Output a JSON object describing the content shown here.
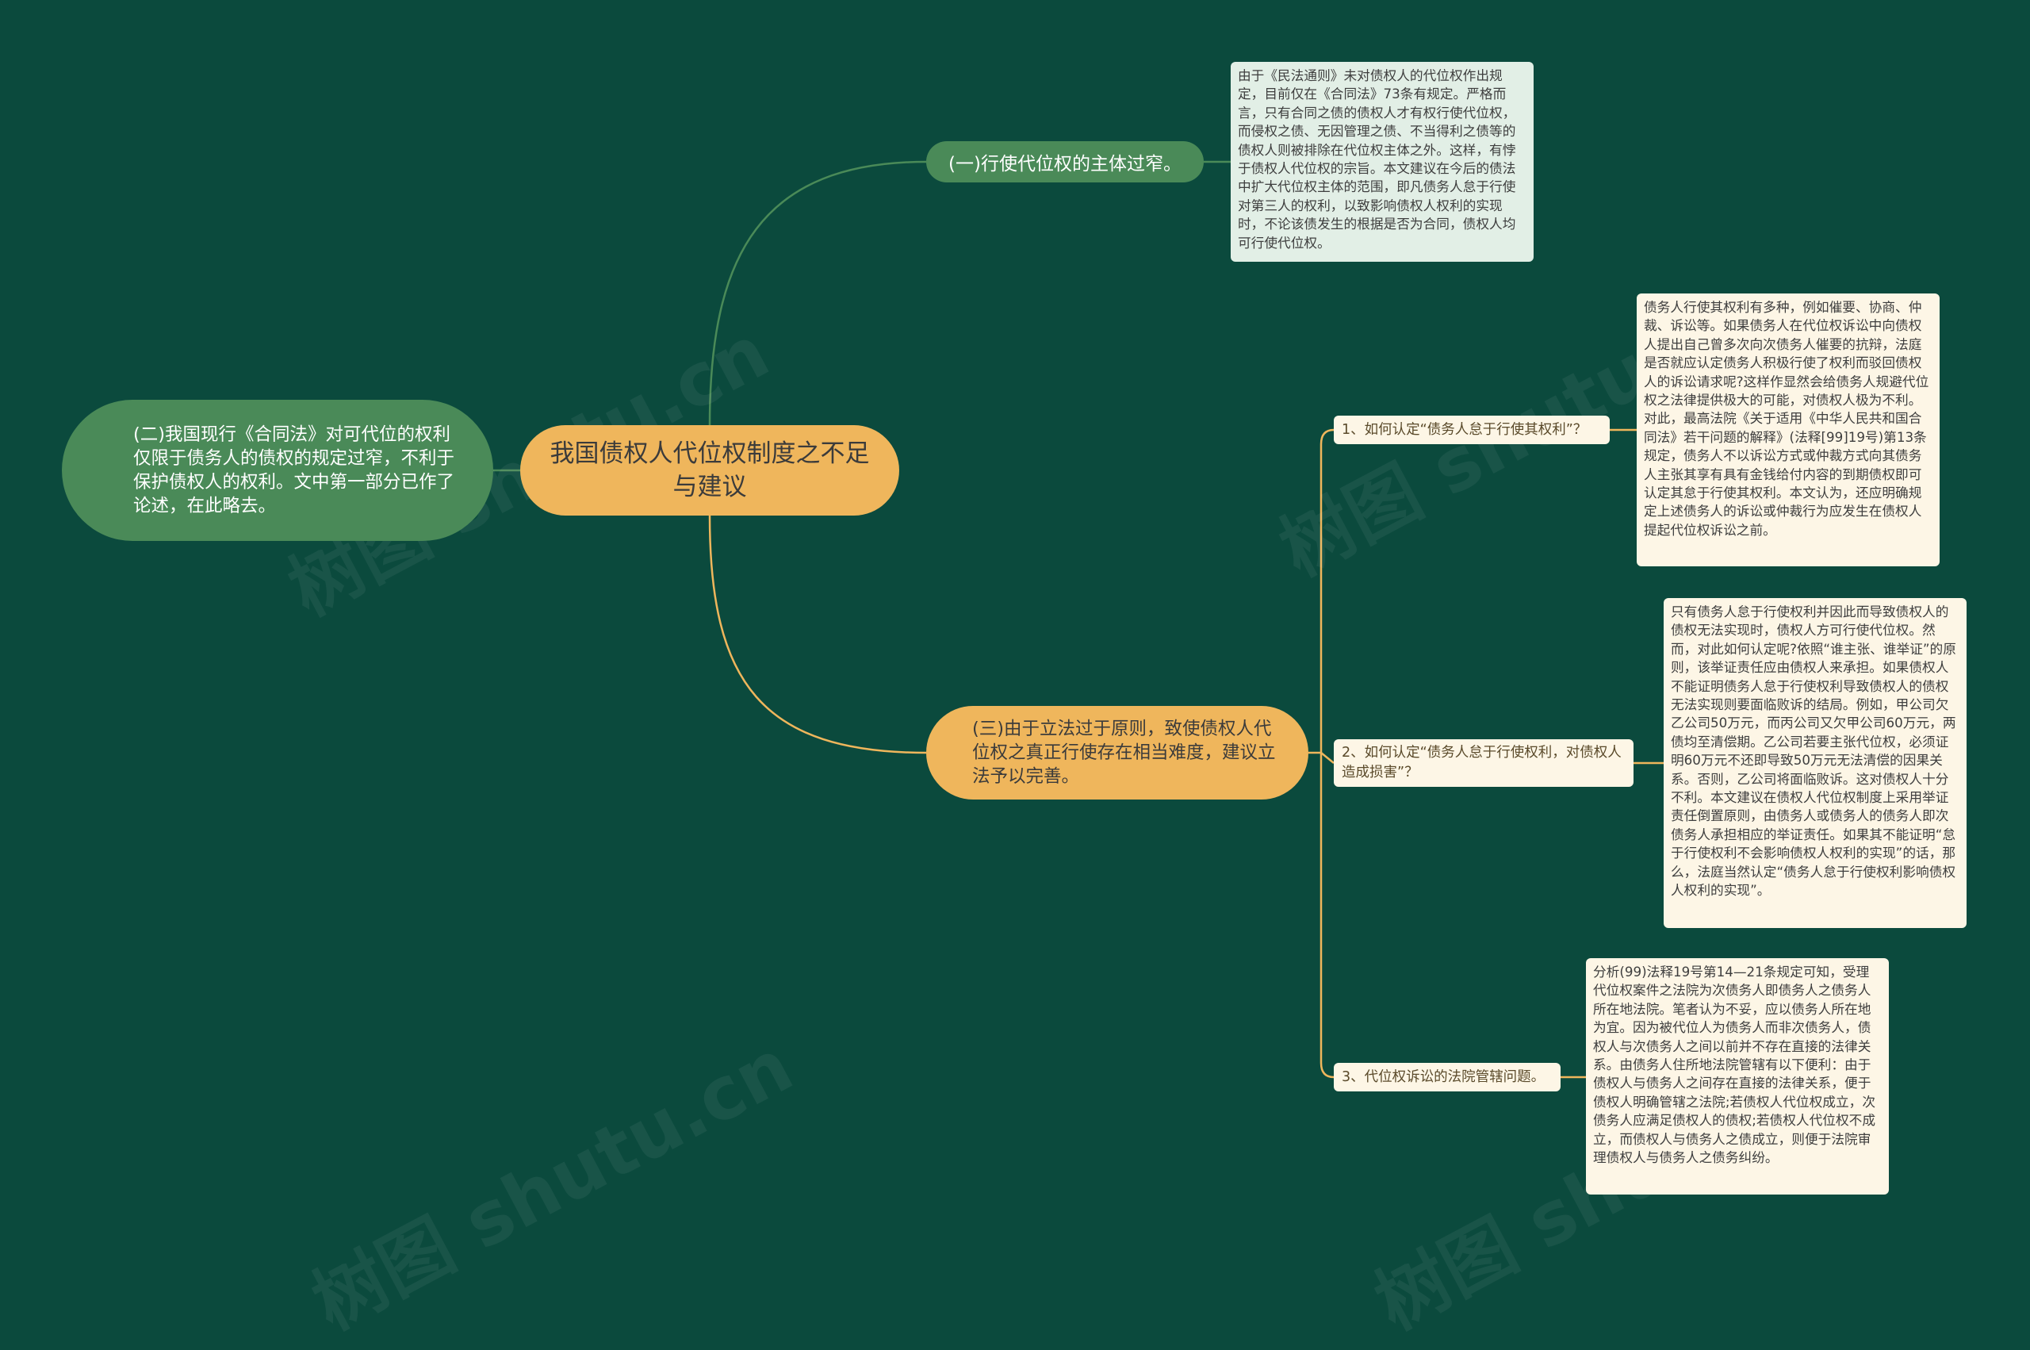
{
  "root": {
    "title": "我国债权人代位权制度之不足与建议"
  },
  "branch1": {
    "label": "(一)行使代位权的主体过窄。",
    "detail": "由于《民法通则》未对债权人的代位权作出规定，目前仅在《合同法》73条有规定。严格而言，只有合同之债的债权人才有权行使代位权，而侵权之债、无因管理之债、不当得利之债等的债权人则被排除在代位权主体之外。这样，有悖于债权人代位权的宗旨。本文建议在今后的债法中扩大代位权主体的范围，即凡债务人怠于行使对第三人的权利，以致影响债权人权利的实现时，不论该债发生的根据是否为合同，债权人均可行使代位权。"
  },
  "branch2": {
    "label": "(二)我国现行《合同法》对可代位的权利仅限于债务人的债权的规定过窄，不利于保护债权人的权利。文中第一部分已作了论述，在此略去。"
  },
  "branch3": {
    "label": "(三)由于立法过于原则，致使债权人代位权之真正行使存在相当难度，建议立法予以完善。",
    "items": [
      {
        "label": "1、如何认定“债务人怠于行使其权利”？",
        "detail": "债务人行使其权利有多种，例如催要、协商、仲裁、诉讼等。如果债务人在代位权诉讼中向债权人提出自己曾多次向次债务人催要的抗辩，法庭是否就应认定债务人积极行使了权利而驳回债权人的诉讼请求呢?这样作显然会给债务人规避代位权之法律提供极大的可能，对债权人极为不利。对此，最高法院《关于适用《中华人民共和国合同法》若干问题的解释》(法释[99]19号)第13条规定，债务人不以诉讼方式或仲裁方式向其债务人主张其享有具有金钱给付内容的到期债权即可认定其怠于行使其权利。本文认为，还应明确规定上述债务人的诉讼或仲裁行为应发生在债权人提起代位权诉讼之前。"
      },
      {
        "label": "2、如何认定“债务人怠于行使权利，对债权人造成损害”？",
        "detail": "只有债务人怠于行使权利并因此而导致债权人的债权无法实现时，债权人方可行使代位权。然而，对此如何认定呢?依照“谁主张、谁举证”的原则，该举证责任应由债权人来承担。如果债权人不能证明债务人怠于行使权利导致债权人的债权无法实现则要面临败诉的结局。例如，甲公司欠乙公司50万元，而丙公司又欠甲公司60万元，两债均至清偿期。乙公司若要主张代位权，必须证明60万元不还即导致50万元无法清偿的因果关系。否则，乙公司将面临败诉。这对债权人十分不利。本文建议在债权人代位权制度上采用举证责任倒置原则，由债务人或债务人的债务人即次债务人承担相应的举证责任。如果其不能证明“怠于行使权利不会影响债权人权利的实现”的话，那么，法庭当然认定“债务人怠于行使权利影响债权人权利的实现”。"
      },
      {
        "label": "3、代位权诉讼的法院管辖问题。",
        "detail": "分析(99)法释19号第14—21条规定可知，受理代位权案件之法院为次债务人即债务人之债务人所在地法院。笔者认为不妥，应以债务人所在地为宜。因为被代位人为债务人而非次债务人，债权人与次债务人之间以前并不存在直接的法律关系。由债务人住所地法院管辖有以下便利：由于债权人与债务人之间存在直接的法律关系，便于债权人明确管辖之法院;若债权人代位权成立，次债务人应满足债权人的债权;若债权人代位权不成立，而债权人与债务人之债成立，则便于法院审理债权人与债务人之债务纠纷。"
      }
    ]
  },
  "watermark": "树图 shutu.cn",
  "colors": {
    "background": "#0b4a3d",
    "root": "#efb65c",
    "green_node": "#4a8a58",
    "green_detail": "#e2efe6",
    "cream": "#fdf6e6",
    "green_line": "#4a8a58",
    "yellow_line": "#efb65c"
  }
}
